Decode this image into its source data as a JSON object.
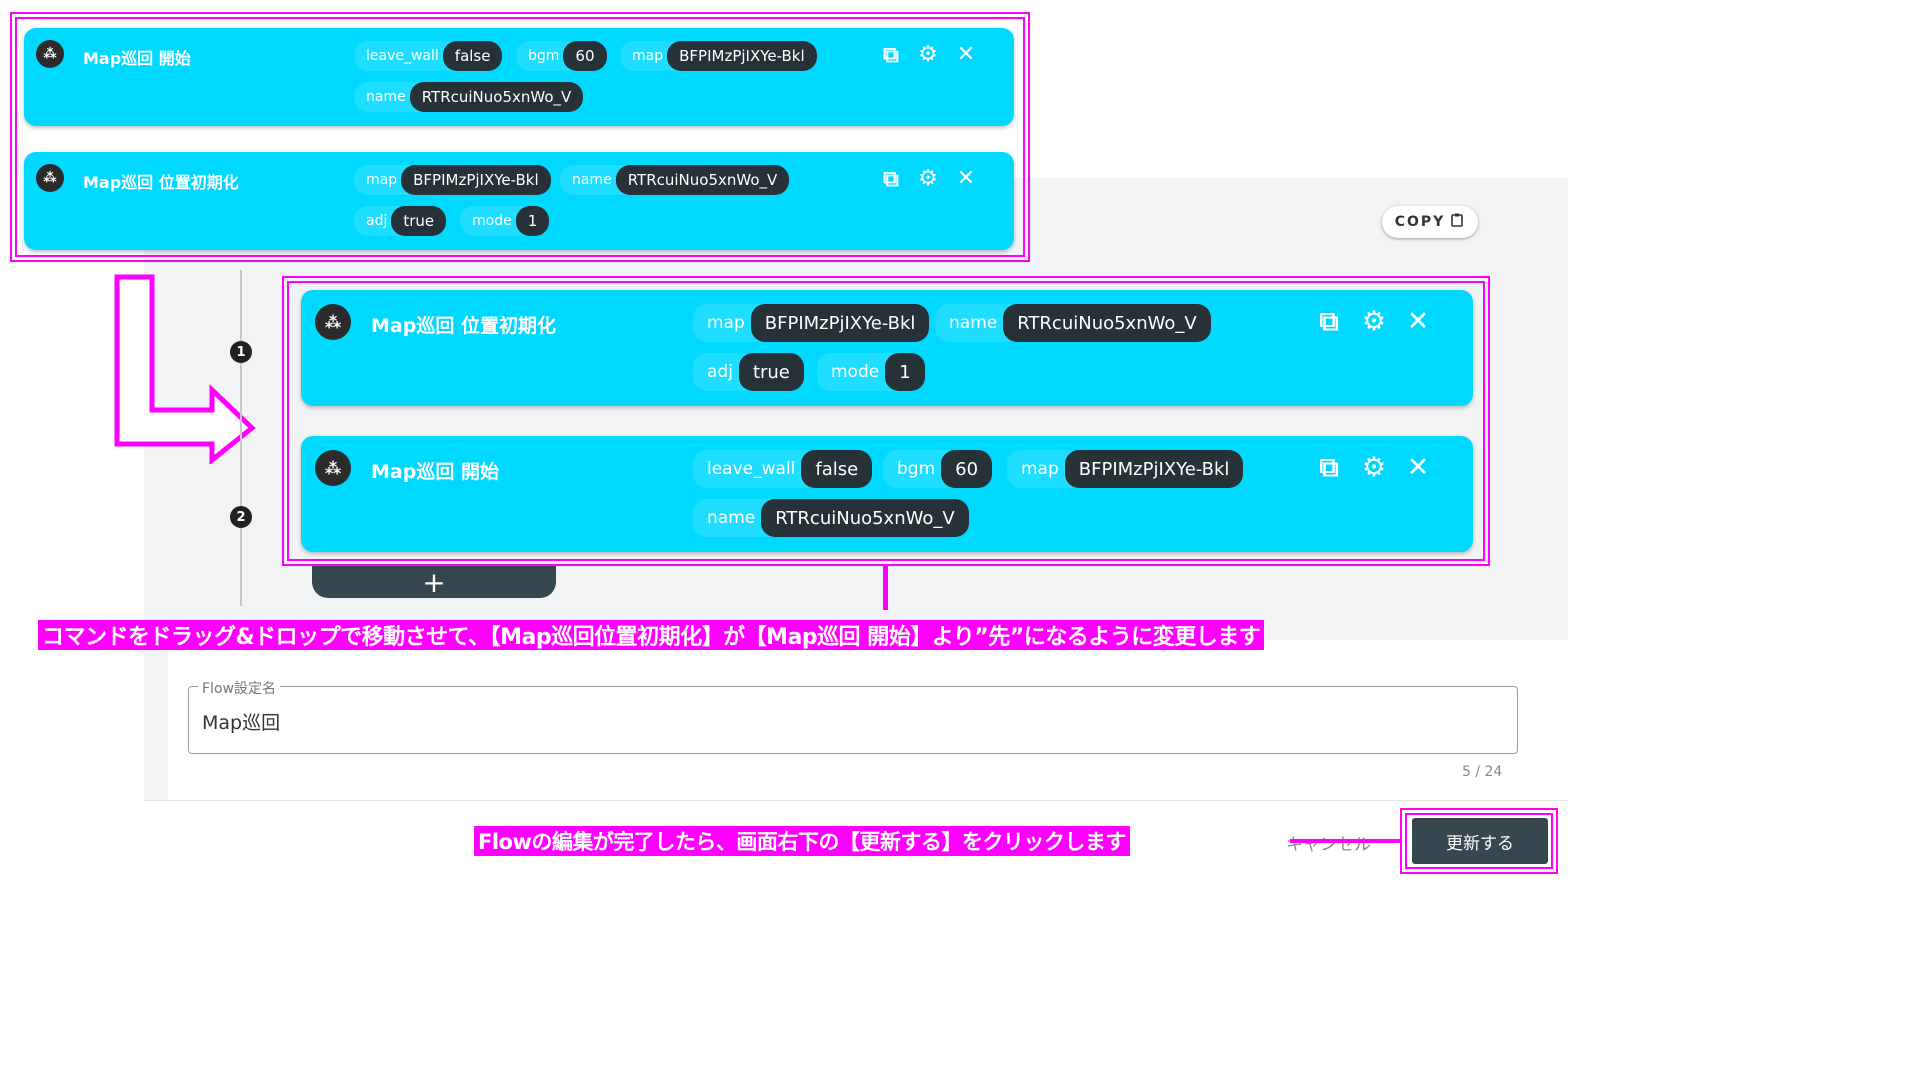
{
  "copy_button": {
    "label": "COPY"
  },
  "icons": {
    "copy_button_icon": "clipboard-icon",
    "command_icon": "route-icon",
    "duplicate": "copy-icon",
    "settings": "gear-icon",
    "delete": "close-icon"
  },
  "colors": {
    "card": "#00d9ff",
    "chip_value": "#263238",
    "annotation": "#ff00ff",
    "button_dark": "#37474f"
  },
  "before": {
    "cards": [
      {
        "title": "Map巡回 開始",
        "params": [
          {
            "key": "leave_wall",
            "value": "false"
          },
          {
            "key": "bgm",
            "value": "60"
          },
          {
            "key": "map",
            "value": "BFPIMzPjIXYe-Bkl"
          },
          {
            "key": "name",
            "value": "RTRcuiNuo5xnWo_V"
          }
        ]
      },
      {
        "title": "Map巡回 位置初期化",
        "params": [
          {
            "key": "map",
            "value": "BFPIMzPjIXYe-Bkl"
          },
          {
            "key": "name",
            "value": "RTRcuiNuo5xnWo_V"
          },
          {
            "key": "adj",
            "value": "true"
          },
          {
            "key": "mode",
            "value": "1"
          }
        ]
      }
    ]
  },
  "after": {
    "steps": [
      "1",
      "2"
    ],
    "cards": [
      {
        "title": "Map巡回 位置初期化",
        "params": [
          {
            "key": "map",
            "value": "BFPIMzPjIXYe-Bkl"
          },
          {
            "key": "name",
            "value": "RTRcuiNuo5xnWo_V"
          },
          {
            "key": "adj",
            "value": "true"
          },
          {
            "key": "mode",
            "value": "1"
          }
        ]
      },
      {
        "title": "Map巡回 開始",
        "params": [
          {
            "key": "leave_wall",
            "value": "false"
          },
          {
            "key": "bgm",
            "value": "60"
          },
          {
            "key": "map",
            "value": "BFPIMzPjIXYe-Bkl"
          },
          {
            "key": "name",
            "value": "RTRcuiNuo5xnWo_V"
          }
        ]
      }
    ],
    "add_label": "+"
  },
  "annotations": {
    "drag_note": "コマンドをドラッグ&ドロップで移動させて、【Map巡回位置初期化】が【Map巡回 開始】より”先”になるように変更します",
    "update_note": "Flowの編集が完了したら、画面右下の【更新する】をクリックします"
  },
  "form": {
    "field_label": "Flow設定名",
    "field_value": "Map巡回",
    "counter": "5 / 24"
  },
  "footer": {
    "cancel_label": "キャンセル",
    "update_label": "更新する"
  }
}
